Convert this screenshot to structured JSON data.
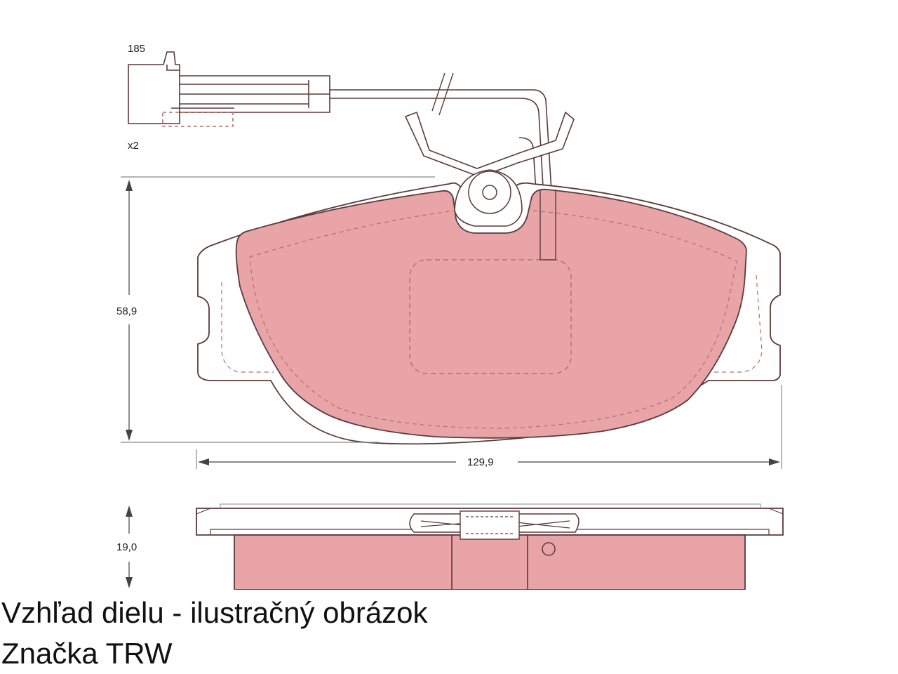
{
  "drawing": {
    "colors": {
      "friction_fill": "#e8a4a6",
      "outline": "#5a3a3a",
      "dimension_line": "#444444",
      "hidden_line": "#b07070",
      "background": "#ffffff"
    },
    "wear_sensor": {
      "part_number_label": "185",
      "quantity_label": "x2"
    },
    "dimensions": {
      "height": "58,9",
      "width": "129,9",
      "thickness": "19,0"
    }
  },
  "caption": {
    "line1": "Vzhľad dielu - ilustračný obrázok",
    "line2": "Značka TRW"
  }
}
